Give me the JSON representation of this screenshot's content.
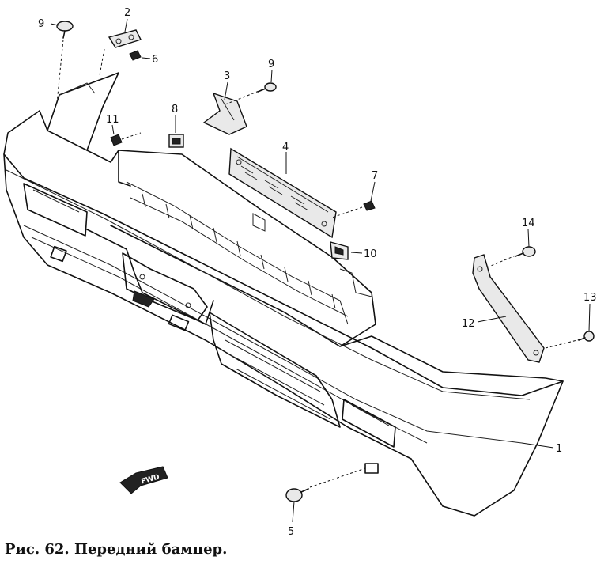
{
  "caption": "Рис. 62. Передний бампер.",
  "fwd_label": "FWD",
  "callouts": {
    "c1": "1",
    "c2": "2",
    "c3": "3",
    "c4": "4",
    "c5": "5",
    "c6": "6",
    "c7": "7",
    "c8": "8",
    "c9a": "9",
    "c9b": "9",
    "c10": "10",
    "c11": "11",
    "c12": "12",
    "c13": "13",
    "c14": "14"
  }
}
